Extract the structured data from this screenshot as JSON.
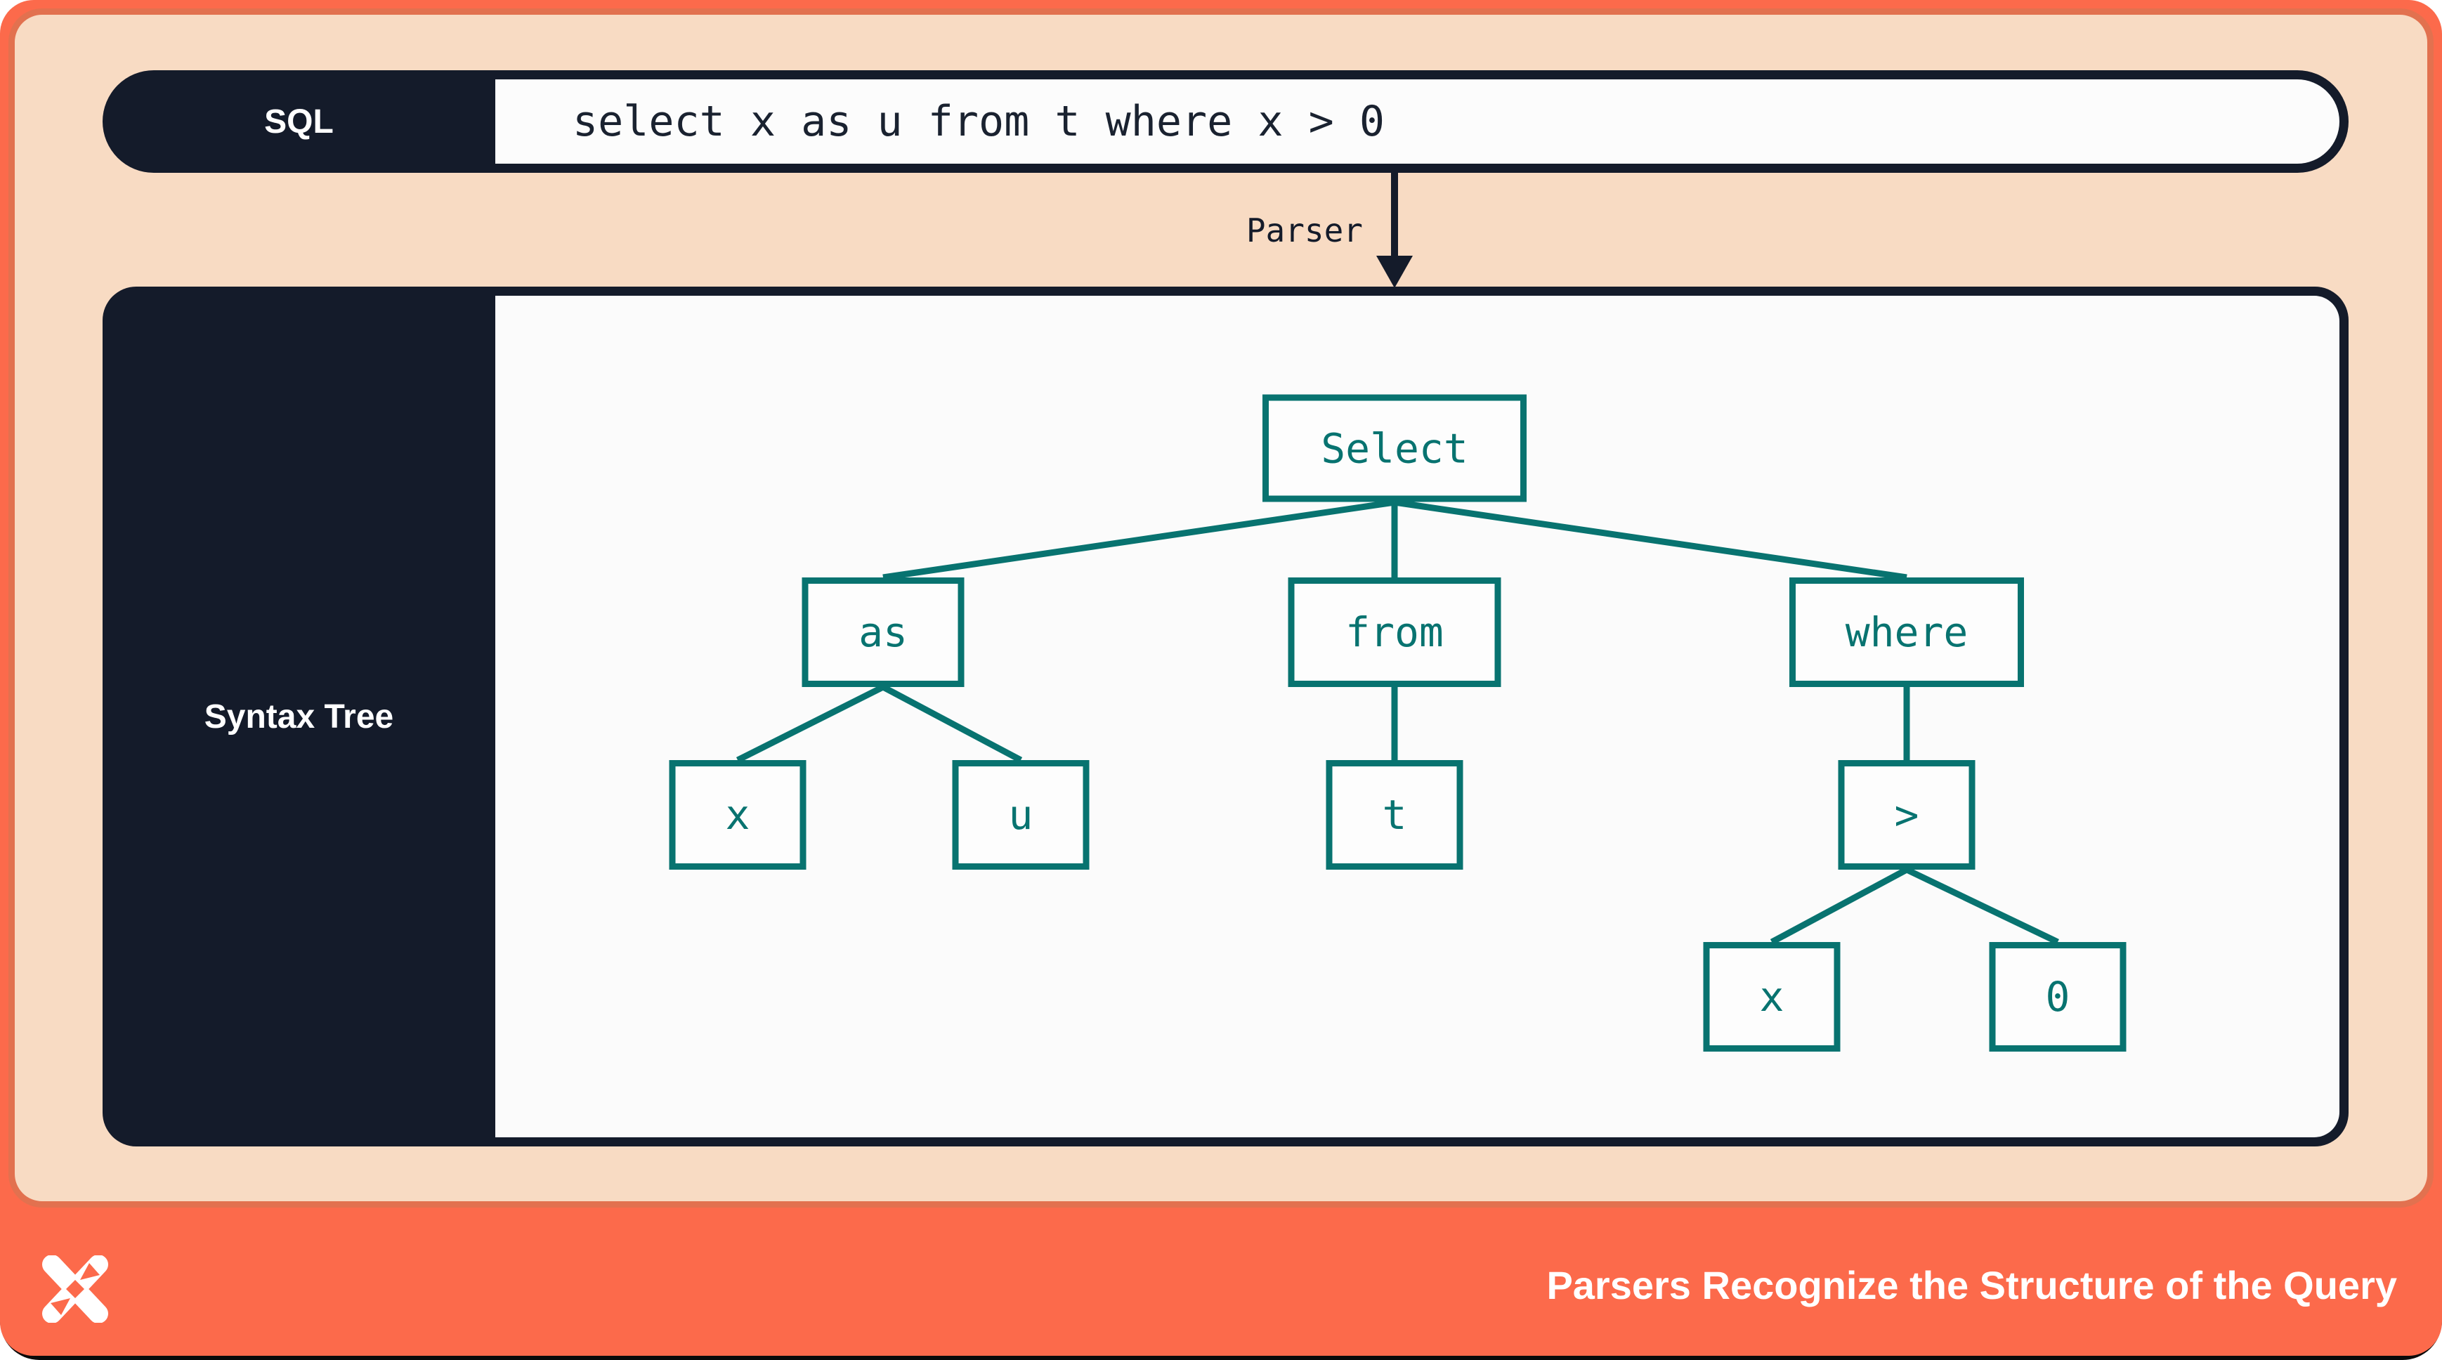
{
  "slide": {
    "sql_bar": {
      "label": "SQL",
      "query": "select x as u from t where x > 0"
    },
    "parser_arrow": {
      "label": "Parser",
      "direction": "down"
    },
    "syntax_tree": {
      "label": "Syntax Tree",
      "nodes": {
        "select": "Select",
        "as_node": "as",
        "from_node": "from",
        "where_node": "where",
        "x_under_as": "x",
        "u_under_as": "u",
        "t_under_from": "t",
        "gt_under_where": ">",
        "x_under_gt": "x",
        "zero_under_gt": "0"
      },
      "edges": [
        [
          "Select",
          "as"
        ],
        [
          "Select",
          "from"
        ],
        [
          "Select",
          "where"
        ],
        [
          "as",
          "x"
        ],
        [
          "as",
          "u"
        ],
        [
          "from",
          "t"
        ],
        [
          "where",
          ">"
        ],
        [
          ">",
          "x"
        ],
        [
          ">",
          "0"
        ]
      ]
    },
    "footer": {
      "title": "Parsers Recognize the Structure of the Query",
      "logo": "x-pinwheel-logo"
    },
    "colors": {
      "coral": "#fc6a4b",
      "peach": "#f8dbc3",
      "panel_border": "#e2714f",
      "navy": "#141b2a",
      "teal": "#087370",
      "paper": "#fbfbfb"
    }
  }
}
